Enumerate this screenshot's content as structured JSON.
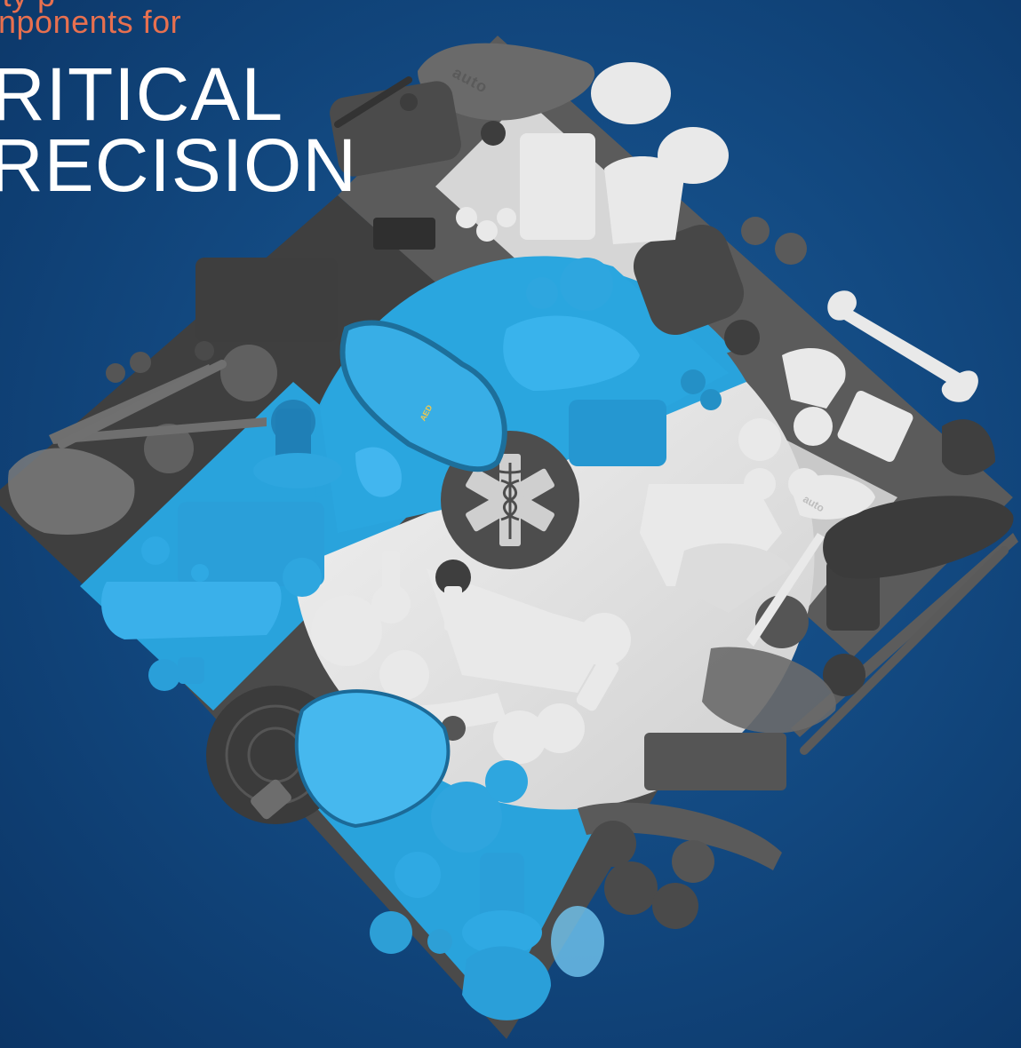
{
  "headline": {
    "line1": "ity p",
    "line2": "nponents for",
    "line3": "RITICAL",
    "line4": "RECISION"
  },
  "product_labels": {
    "auto_large": "auto",
    "auto_small": "auto",
    "aed": "AED"
  },
  "colors": {
    "background": "#134a82",
    "accent_blue": "#29a3dc",
    "orange_text": "#e8704f",
    "dark_parts": "#4a4a4a",
    "light_parts": "#e6e6e6"
  },
  "icons": {
    "center_emblem": "star-of-life-caduceus-icon"
  }
}
